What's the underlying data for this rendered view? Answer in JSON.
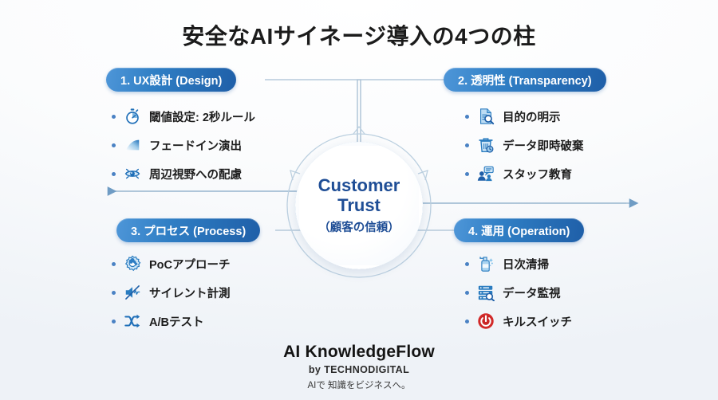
{
  "title": "安全なAIサイネージ導入の4つの柱",
  "center": {
    "line1": "Customer",
    "line2": "Trust",
    "line3": "（顧客の信頼）"
  },
  "quadrants": [
    {
      "id": "design",
      "badge": "1. UX設計 (Design)",
      "items": [
        {
          "icon": "stopwatch-icon",
          "label": "閾値設定: 2秒ルール"
        },
        {
          "icon": "fade-in-icon",
          "label": "フェードイン演出"
        },
        {
          "icon": "eye-peripheral-icon",
          "label": "周辺視野への配慮"
        }
      ]
    },
    {
      "id": "transparency",
      "badge": "2. 透明性 (Transparency)",
      "items": [
        {
          "icon": "document-search-icon",
          "label": "目的の明示"
        },
        {
          "icon": "trash-clock-icon",
          "label": "データ即時破棄"
        },
        {
          "icon": "person-chat-icon",
          "label": "スタッフ教育"
        }
      ]
    },
    {
      "id": "process",
      "badge": "3. プロセス (Process)",
      "items": [
        {
          "icon": "gear-wrench-icon",
          "label": "PoCアプローチ"
        },
        {
          "icon": "mute-speaker-icon",
          "label": "サイレント計測"
        },
        {
          "icon": "shuffle-icon",
          "label": "A/Bテスト"
        }
      ]
    },
    {
      "id": "operation",
      "badge": "4. 運用 (Operation)",
      "items": [
        {
          "icon": "spray-bottle-icon",
          "label": "日次清掃"
        },
        {
          "icon": "server-search-icon",
          "label": "データ監視"
        },
        {
          "icon": "power-kill-switch-icon",
          "label": "キルスイッチ"
        }
      ]
    }
  ],
  "footer": {
    "brand": "AI KnowledgeFlow",
    "by": "by TECHNODIGITAL",
    "tagline": "AIで 知識をビジネスへ。"
  },
  "colors": {
    "pill_light": "#4e96d8",
    "pill_dark": "#1f5fa8",
    "accent_text": "#1f4e96",
    "bullet": "#4a82c4",
    "wire": "#9fb8cf",
    "kill_switch_red": "#d42a2a",
    "background": "#fdfdfe"
  }
}
